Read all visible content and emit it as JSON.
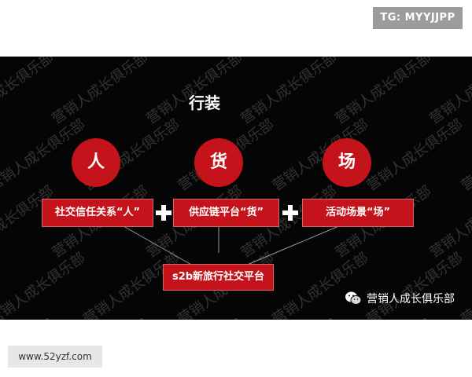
{
  "top_badge": {
    "text": "TG: MYYJJPP"
  },
  "slide": {
    "title": "行装",
    "nodes": [
      {
        "circle_label": "人",
        "box_label": "社交信任关系“人”"
      },
      {
        "circle_label": "货",
        "box_label": "供应链平台“货”"
      },
      {
        "circle_label": "场",
        "box_label": "活动场景“场”"
      }
    ],
    "center_box": "s2b新旅行社交平台",
    "watermark_text": "营销人成长俱乐部",
    "brand": {
      "icon": "wechat-icon",
      "label": "营销人成长俱乐部"
    },
    "colors": {
      "accent_red": "#c4131b",
      "background": "#050505",
      "text": "#ffffff"
    }
  },
  "bottom_badge": {
    "text": "www.52yzf.com"
  }
}
